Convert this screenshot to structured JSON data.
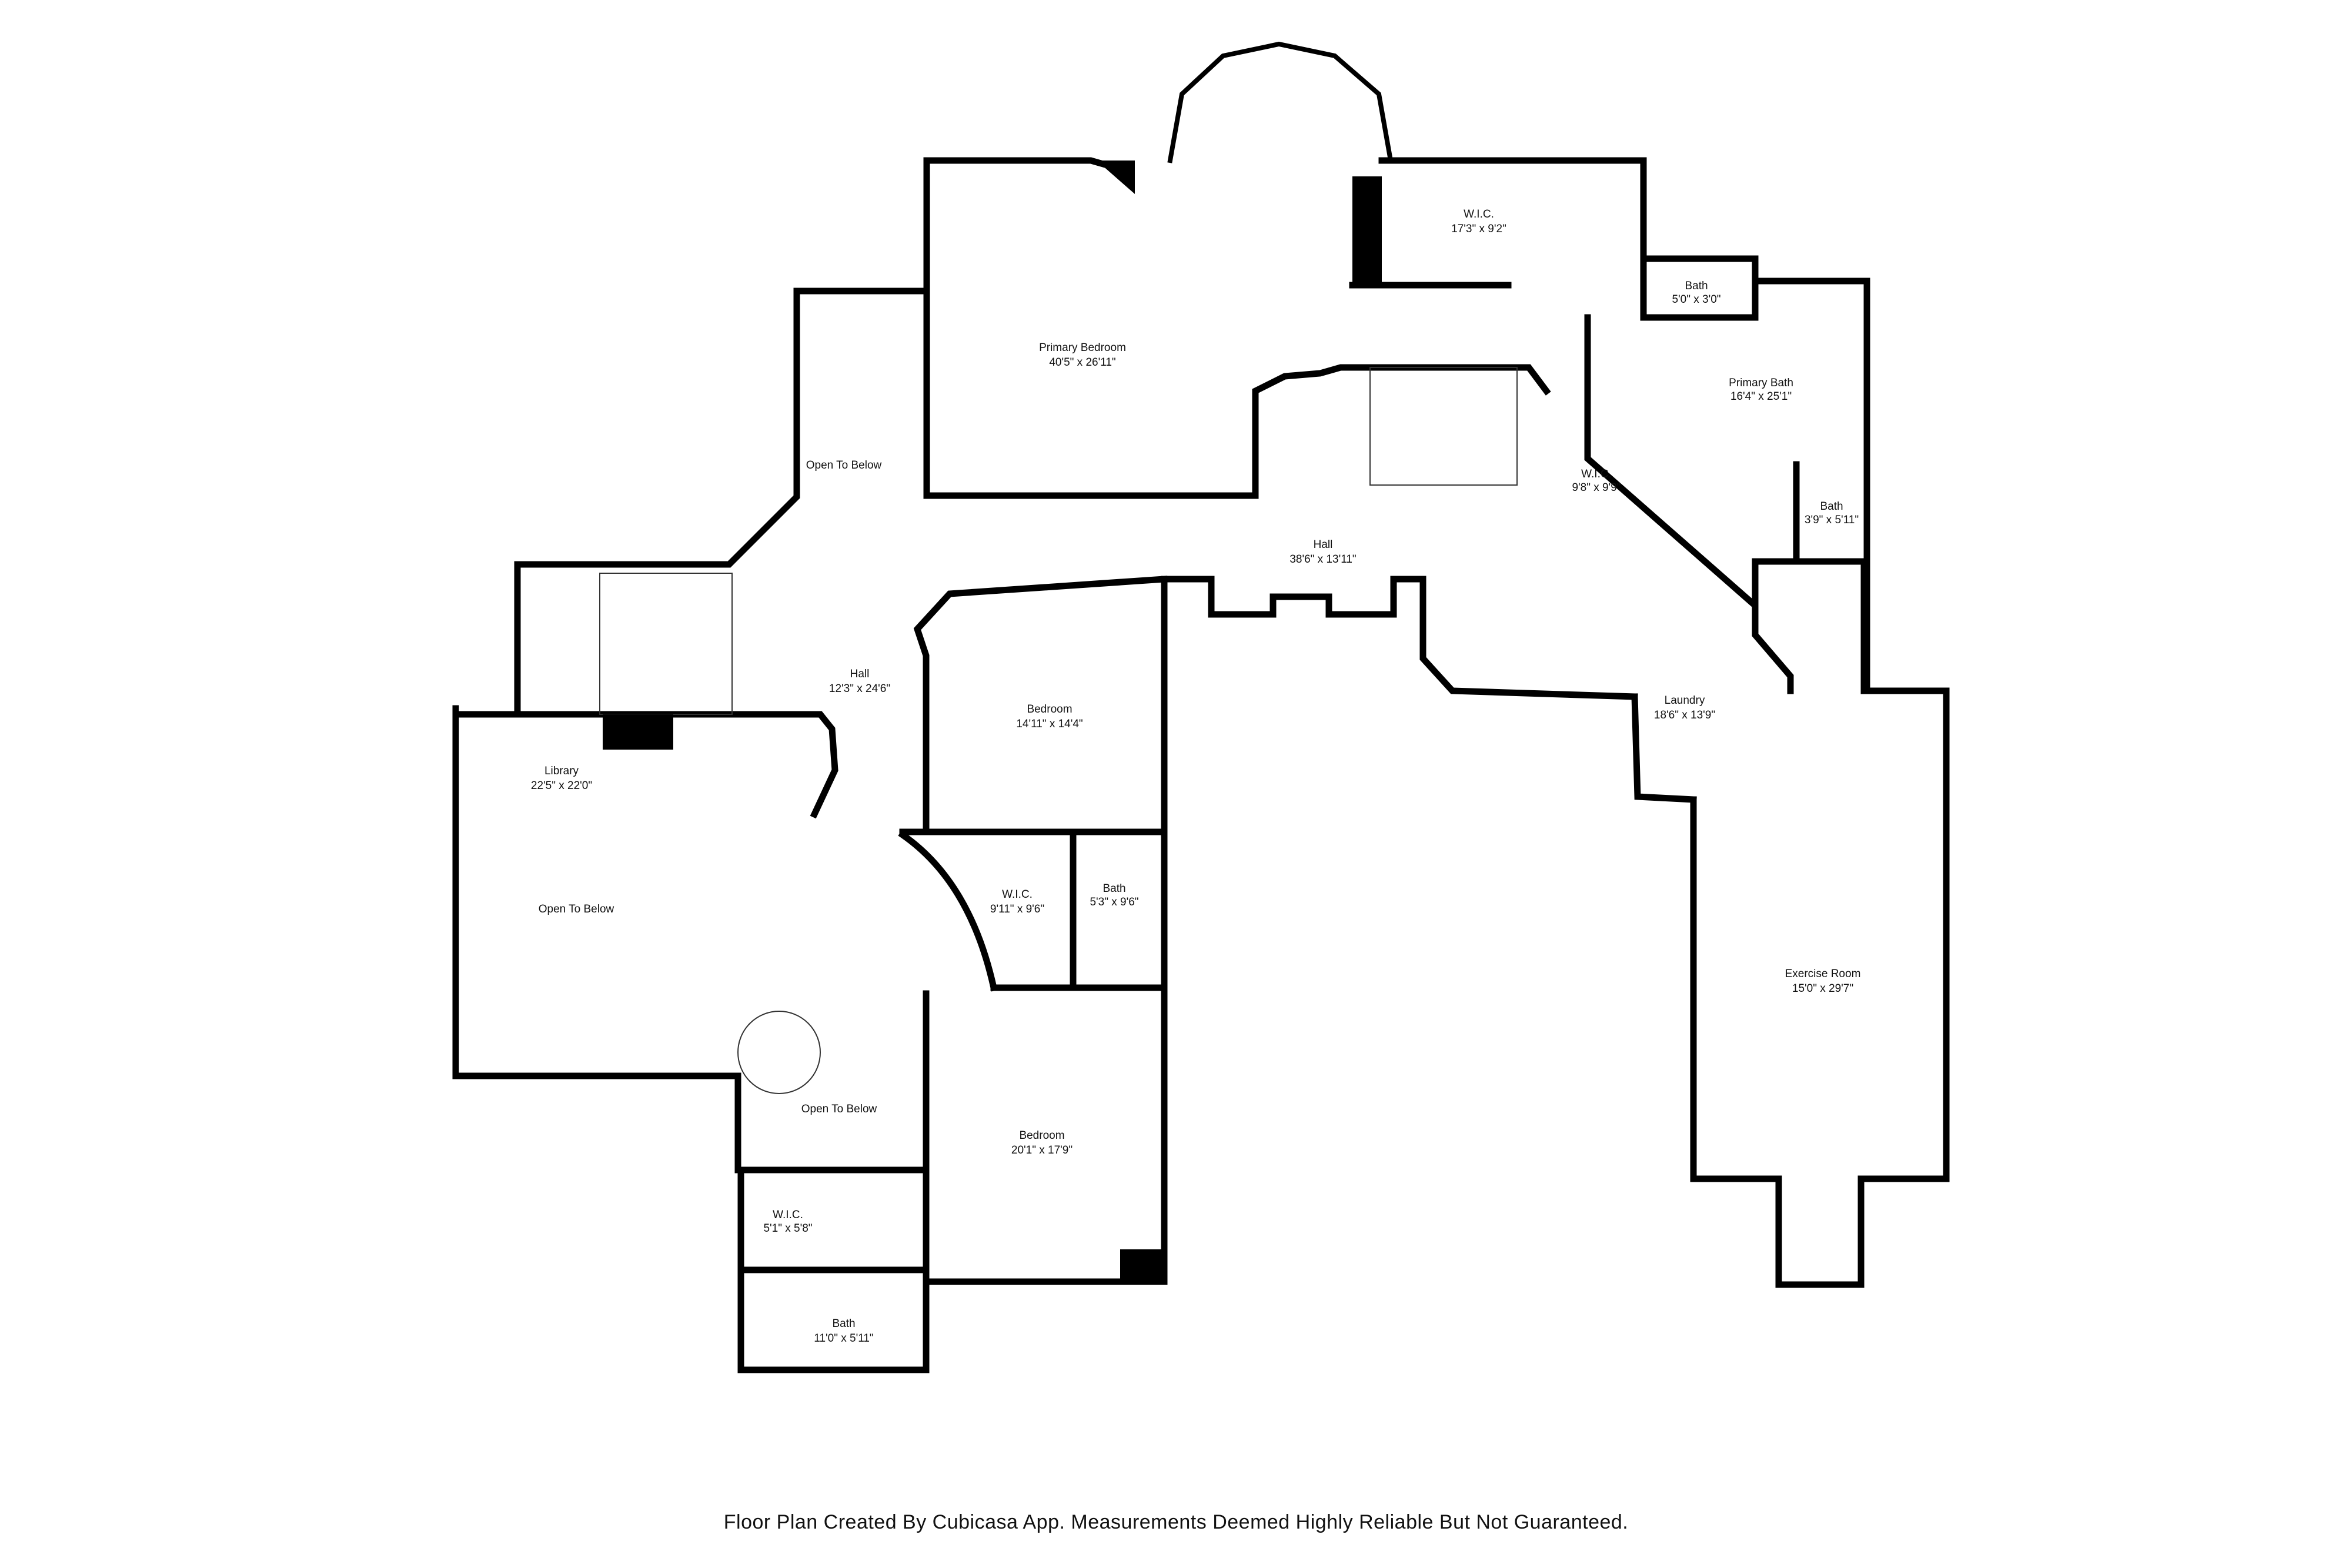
{
  "colors": {
    "wall": "#000000",
    "thin": "#555555",
    "background": "#ffffff"
  },
  "rooms": [
    {
      "id": "primary-bedroom",
      "name": "Primary Bedroom",
      "dim": "40'5\" x 26'11\""
    },
    {
      "id": "wic-top",
      "name": "W.I.C.",
      "dim": "17'3\" x 9'2\""
    },
    {
      "id": "bath-small-top",
      "name": "Bath",
      "dim": "5'0\" x 3'0\""
    },
    {
      "id": "primary-bath",
      "name": "Primary Bath",
      "dim": "16'4\" x 25'1\""
    },
    {
      "id": "bath-right",
      "name": "Bath",
      "dim": "3'9\" x 5'11\""
    },
    {
      "id": "wic-mid",
      "name": "W.I.C.",
      "dim": "9'8\" x 9'9\""
    },
    {
      "id": "hall-upper",
      "name": "Hall",
      "dim": "38'6\" x 13'11\""
    },
    {
      "id": "open-below-top",
      "name": "Open To Below",
      "dim": ""
    },
    {
      "id": "hall-left",
      "name": "Hall",
      "dim": "12'3\" x 24'6\""
    },
    {
      "id": "bedroom-mid",
      "name": "Bedroom",
      "dim": "14'11\" x 14'4\""
    },
    {
      "id": "library",
      "name": "Library",
      "dim": "22'5\" x 22'0\""
    },
    {
      "id": "open-below-library",
      "name": "Open To Below",
      "dim": ""
    },
    {
      "id": "wic-center",
      "name": "W.I.C.",
      "dim": "9'11\" x 9'6\""
    },
    {
      "id": "bath-center",
      "name": "Bath",
      "dim": "5'3\" x 9'6\""
    },
    {
      "id": "laundry",
      "name": "Laundry",
      "dim": "18'6\" x 13'9\""
    },
    {
      "id": "exercise-room",
      "name": "Exercise Room",
      "dim": "15'0\" x 29'7\""
    },
    {
      "id": "open-below-bottom",
      "name": "Open To Below",
      "dim": ""
    },
    {
      "id": "bedroom-lower",
      "name": "Bedroom",
      "dim": "20'1\" x 17'9\""
    },
    {
      "id": "wic-lower",
      "name": "W.I.C.",
      "dim": "5'1\" x 5'8\""
    },
    {
      "id": "bath-lower",
      "name": "Bath",
      "dim": "11'0\" x 5'11\""
    }
  ],
  "footer": "Floor Plan Created By Cubicasa App. Measurements Deemed Highly Reliable But Not Guaranteed."
}
